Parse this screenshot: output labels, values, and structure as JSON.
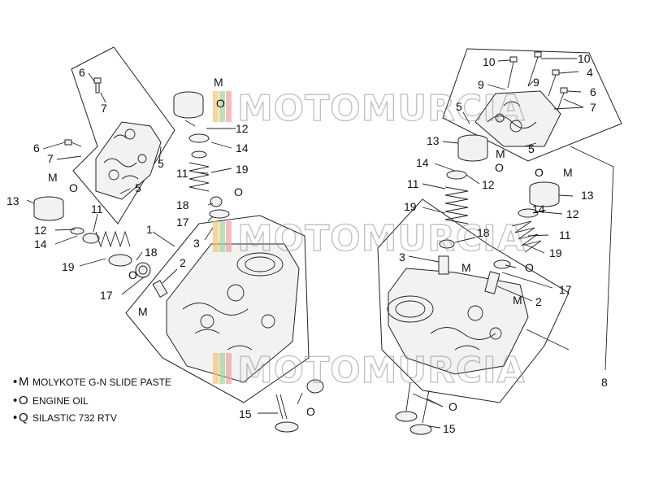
{
  "watermark": {
    "text": "MOTOMURCIA"
  },
  "legend": [
    {
      "symbol": "M",
      "text": "MOLYKOTE G-N SLIDE PASTE"
    },
    {
      "symbol": "O",
      "text": "ENGINE OIL"
    },
    {
      "symbol": "Q",
      "text": "SILASTIC 732 RTV"
    }
  ],
  "callouts": {
    "l6": "6",
    "l7": "7",
    "l6b": "6",
    "l7b": "7",
    "l13": "13",
    "lM1": "M",
    "lO1": "O",
    "l12": "12",
    "l14": "14",
    "l11": "11",
    "l19": "19",
    "l18": "18",
    "l17": "17",
    "lO2": "O",
    "l5a": "5",
    "l5b": "5",
    "l1": "1",
    "l2": "2",
    "lM2": "M",
    "lM3": "M",
    "lO3": "O",
    "l12t": "12",
    "l14t": "14",
    "l11t": "11",
    "l19t": "19",
    "l18t": "18",
    "lO4": "O",
    "l17t": "17",
    "l3": "3",
    "l15": "15",
    "lO5": "O",
    "r10a": "10",
    "r10b": "10",
    "r4": "4",
    "r9a": "9",
    "r9b": "9",
    "r6": "6",
    "r7": "7",
    "r5a": "5",
    "r5b": "5",
    "r13": "13",
    "rM1": "M",
    "rO1": "O",
    "r14": "14",
    "r12": "12",
    "r11": "11",
    "r19": "19",
    "r18": "18",
    "r3": "3",
    "rM2": "M",
    "rO2": "O",
    "r17": "17",
    "rM3": "M",
    "r2": "2",
    "rO3": "O",
    "rM4": "M",
    "r13b": "13",
    "r14b": "14",
    "r12b": "12",
    "r11b": "11",
    "r19b": "19",
    "r8": "8",
    "r15": "15",
    "rO4": "O"
  }
}
